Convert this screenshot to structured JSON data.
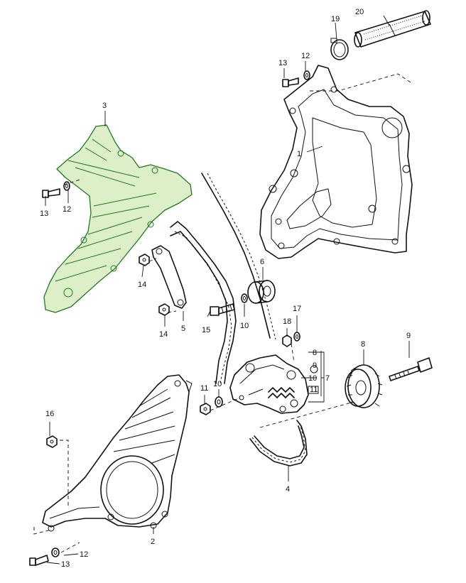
{
  "highlight_color": "#1f7a1f",
  "highlight_fill": "#dcefc8",
  "callouts": {
    "p1": "1",
    "p2": "2",
    "p3": "3",
    "p4": "4",
    "p5": "5",
    "p6": "6",
    "p7": "7",
    "p8_group": "8",
    "p9_group": "9",
    "p10_group": "10",
    "p11_group": "11",
    "p8": "8",
    "p9": "9",
    "p10": "10",
    "p11": "11",
    "p12_top": "12",
    "p12_left": "12",
    "p12_bottom": "12",
    "p13_top": "13",
    "p13_left": "13",
    "p13_bottom": "13",
    "p14_a": "14",
    "p14_b": "14",
    "p15": "15",
    "p16": "16",
    "p17": "17",
    "p18": "18",
    "p19": "19",
    "p20": "20"
  }
}
